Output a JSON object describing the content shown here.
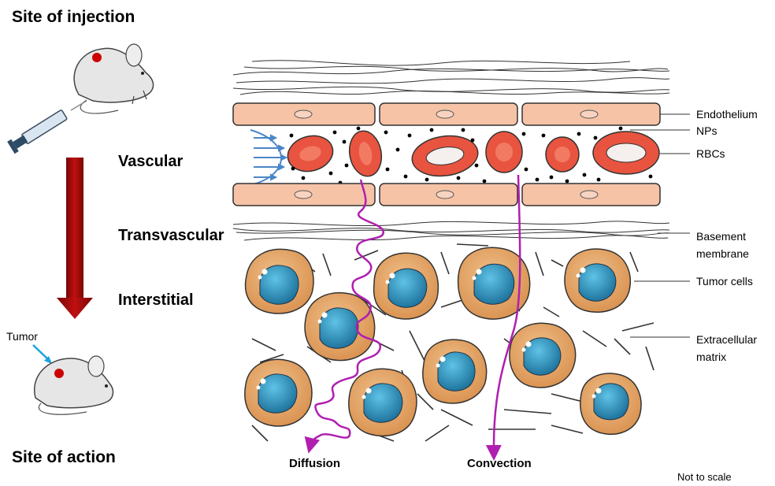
{
  "left_panel": {
    "site_of_injection": "Site of injection",
    "site_of_action": "Site of action",
    "tumor_label": "Tumor"
  },
  "stages": [
    "Vascular",
    "Transvascular",
    "Interstitial"
  ],
  "labels": {
    "endothelium": "Endothelium",
    "nps": "NPs",
    "rbcs": "RBCs",
    "basement_membrane_1": "Basement",
    "basement_membrane_2": "membrane",
    "tumor_cells": "Tumor cells",
    "extracellular_matrix_1": "Extracellular",
    "extracellular_matrix_2": "matrix"
  },
  "paths": {
    "diffusion": "Diffusion",
    "convection": "Convection"
  },
  "note": "Not to scale",
  "colors": {
    "endothelium_fill": "#f6c3a6",
    "rbc_fill": "#e8543f",
    "tumor_cell_fill": "#e3a765",
    "nucleus_fill": "#2a8fb5",
    "path_purple": "#b01fb0",
    "arrow_red": "#b00d0d",
    "flow_blue": "#4a86c8",
    "tumor_pointer": "#1aa3e0"
  },
  "icons": [
    "mouse-icon",
    "syringe-icon",
    "down-arrow-icon"
  ]
}
